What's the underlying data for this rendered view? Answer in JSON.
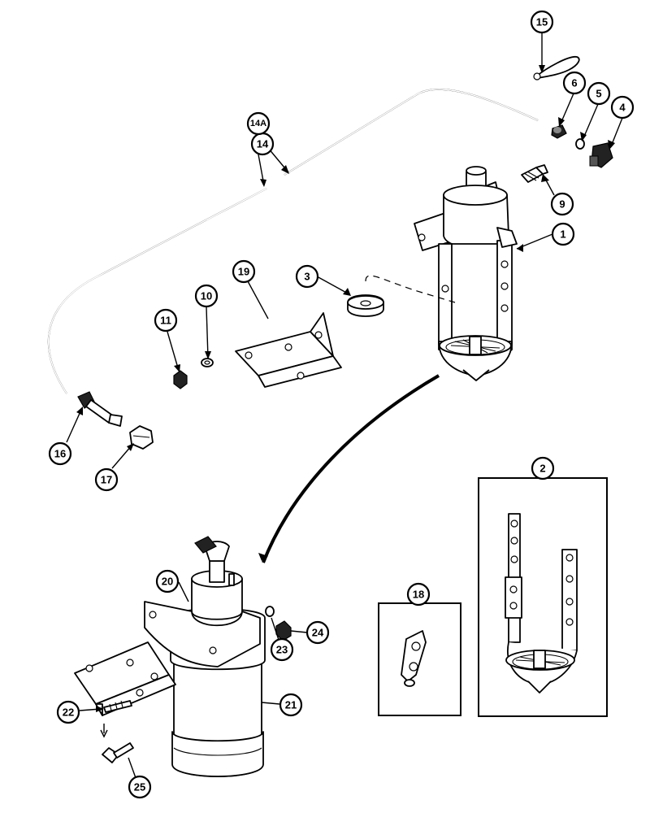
{
  "callouts": [
    {
      "id": "c1",
      "label": "1"
    },
    {
      "id": "c2",
      "label": "2"
    },
    {
      "id": "c3",
      "label": "3"
    },
    {
      "id": "c4",
      "label": "4"
    },
    {
      "id": "c5",
      "label": "5"
    },
    {
      "id": "c6",
      "label": "6"
    },
    {
      "id": "c9",
      "label": "9"
    },
    {
      "id": "c10",
      "label": "10"
    },
    {
      "id": "c11",
      "label": "11"
    },
    {
      "id": "c14",
      "label": "14"
    },
    {
      "id": "c14a",
      "label": "14A"
    },
    {
      "id": "c15",
      "label": "15"
    },
    {
      "id": "c16",
      "label": "16"
    },
    {
      "id": "c17",
      "label": "17"
    },
    {
      "id": "c18",
      "label": "18"
    },
    {
      "id": "c19",
      "label": "19"
    },
    {
      "id": "c20",
      "label": "20"
    },
    {
      "id": "c21",
      "label": "21"
    },
    {
      "id": "c22",
      "label": "22"
    },
    {
      "id": "c23",
      "label": "23"
    },
    {
      "id": "c24",
      "label": "24"
    },
    {
      "id": "c25",
      "label": "25"
    }
  ]
}
